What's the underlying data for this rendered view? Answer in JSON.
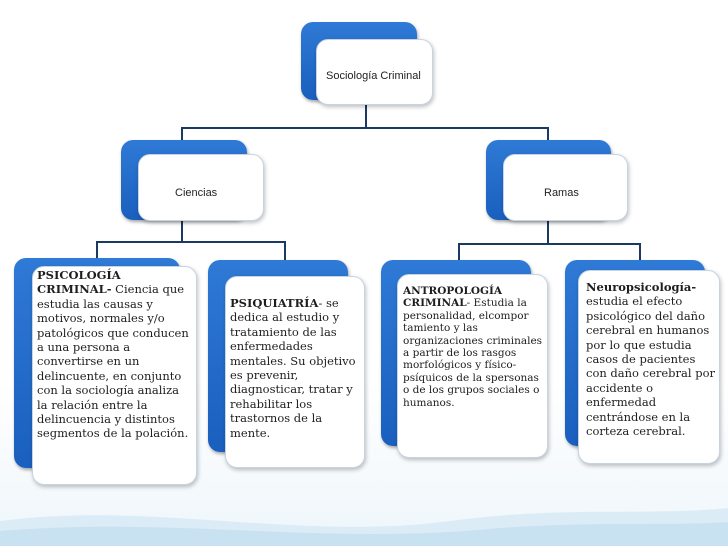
{
  "root": {
    "label": "Sociología Criminal"
  },
  "ciencias": {
    "label": "Ciencias"
  },
  "ramas": {
    "label": "Ramas"
  },
  "psicologia": {
    "title": "PSICOLOGÍA CRIMINAL-",
    "body": " Ciencia que estudia las causas y motivos, normales y/o patológicos que conducen a una persona a convertirse en un delincuente, en conjunto con la sociología analiza la relación entre la delincuencia y distintos segmentos de la polación."
  },
  "psiquiatria": {
    "title": "PSIQUIATRÍA",
    "body": "- se dedica al estudio y tratamiento de las enfermedades mentales. Su objetivo es prevenir, diagnosticar, tratar y rehabilitar los trastornos de la mente."
  },
  "antropologia": {
    "title": "ANTROPOLOGÍA CRIMINAL",
    "body": "- Estudia la personalidad, elcompor tamiento y las organizaciones criminales a partir de los rasgos morfológicos y físico-psíquicos de la spersonas o de los grupos sociales o humanos."
  },
  "neuropsicologia": {
    "title": "Neuropsicología-",
    "body": " estudia el efecto psicológico del daño cerebral en humanos por lo que estudia casos de pacientes con daño cerebral por accidente o enfermedad centrándose en la corteza cerebral."
  }
}
